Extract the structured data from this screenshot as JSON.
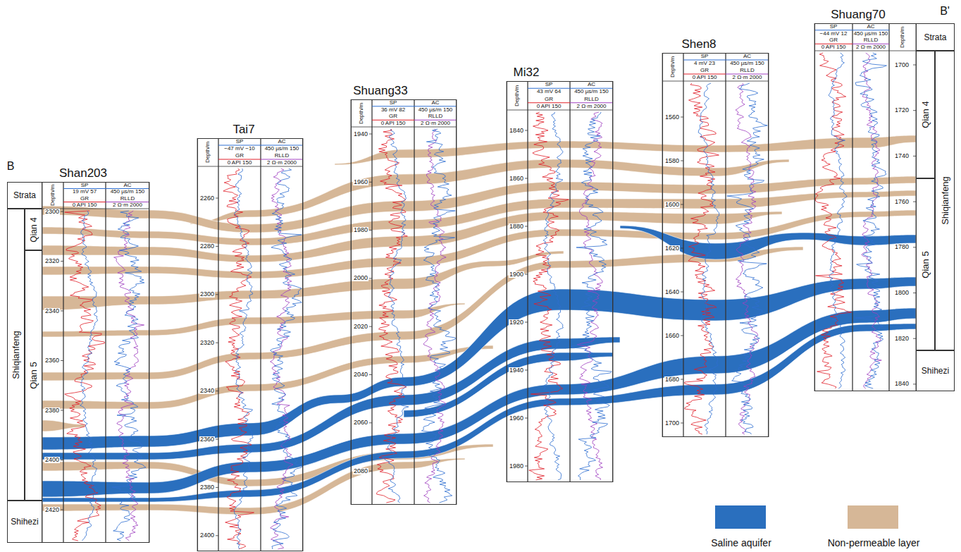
{
  "diagram": {
    "nodes": [
      {
        "text": [
          "Shan203"
        ]
      },
      {
        "text": [
          "Strata"
        ],
        "in": 0
      },
      {
        "text": [
          "Qian 4"
        ],
        "in": 0
      },
      {
        "text": [
          "Shiqianfeng"
        ],
        "in": 0
      },
      {
        "text": [
          "Qian 5"
        ],
        "in": 0
      },
      {
        "text": [
          "Shihezi"
        ],
        "in": 0
      },
      {
        "text": [
          "Tai7"
        ]
      },
      {
        "text": [
          "Shuang33"
        ]
      },
      {
        "text": [
          "Mi32"
        ]
      },
      {
        "text": [
          "Shen8"
        ]
      },
      {
        "text": [
          "Shuang70"
        ]
      },
      {
        "text": [
          "Strata"
        ],
        "in": 10
      },
      {
        "text": [
          "Qian 4"
        ],
        "in": 10
      },
      {
        "text": [
          "Qian 5"
        ],
        "in": 10
      },
      {
        "text": [
          "Shiqianfeng"
        ],
        "in": 10
      },
      {
        "text": [
          "Shihezi"
        ],
        "in": 10
      }
    ],
    "labels": [
      "B",
      "SP",
      "19 mV 57",
      "GR",
      "0 API 150",
      "AC",
      "450 µs/m 150",
      "RLLD",
      "2 Ω·m 2000",
      "Depth/m",
      "2300",
      "2320",
      "2340",
      "2360",
      "2380",
      "2400",
      "2420",
      "SP",
      "−47 mV −10",
      "GR",
      "0 API 150",
      "AC",
      "450 µs/m 150",
      "RLLD",
      "2 Ω·m 2000",
      "Depth/m",
      "2260",
      "2280",
      "2300",
      "2320",
      "2340",
      "2360",
      "2380",
      "2400",
      "SP",
      "36 mV 82",
      "GR",
      "0 API 150",
      "AC",
      "450 µs/m 150",
      "RLLD",
      "2 Ω·m 2000",
      "Depth/m",
      "1940",
      "1960",
      "1980",
      "2000",
      "2020",
      "2040",
      "2060",
      "2080",
      "SP",
      "43 mV 64",
      "GR",
      "0 API 150",
      "AC",
      "450 µs/m 150",
      "RLLD",
      "2 Ω·m 2000",
      "Depth/m",
      "1840",
      "1860",
      "1880",
      "1900",
      "1920",
      "1940",
      "1960",
      "1980",
      "SP",
      "4 mV 23",
      "GR",
      "0 API 150",
      "AC",
      "450 µs/m 150",
      "RLLD",
      "2 Ω·m 2000",
      "Depth/m",
      "1560",
      "1580",
      "1600",
      "1620",
      "1640",
      "1660",
      "1680",
      "1700",
      "SP",
      "−44 mV 12",
      "GR",
      "0 API 150",
      "AC",
      "450 µs/m 150",
      "RLLD",
      "2 Ω·m 2000",
      "Depth/m",
      "1700",
      "1720",
      "1740",
      "1760",
      "1780",
      "1800",
      "1820",
      "1840",
      "B'"
    ],
    "legend": [
      {
        "text": "Saline aquifer",
        "color": "#2a6fbe"
      },
      {
        "text": "Non-permeable layer",
        "color": "#d6b797"
      }
    ]
  }
}
